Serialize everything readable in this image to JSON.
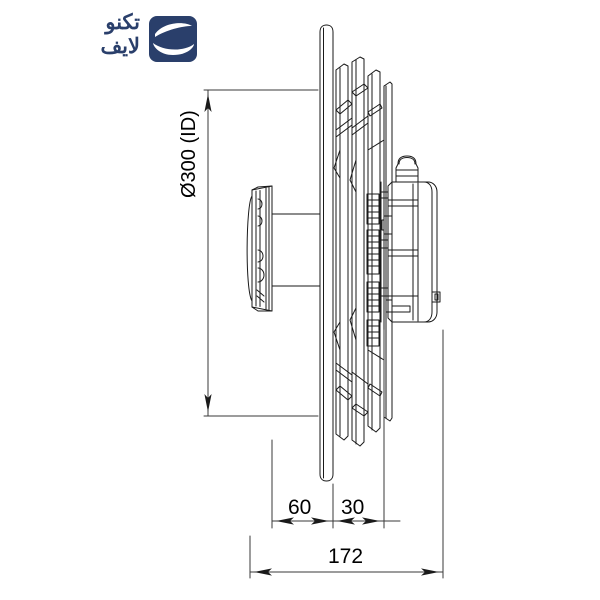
{
  "document": {
    "type": "technical-drawing",
    "title": "Axial Fan Side Elevation Dimensioned Drawing",
    "background_color": "#ffffff",
    "line_color": "#1a1a1a"
  },
  "logo": {
    "name": "techno-life-logo",
    "brand_line1": "تکنو",
    "brand_line2": "لایف",
    "color": "#2a3f6b",
    "mark_icon": "rounded-square-swoosh-icon"
  },
  "dimensions": {
    "vertical": {
      "label": "Ø300 (ID)",
      "value": "300",
      "unit": "mm",
      "note": "ID",
      "orientation": "vertical"
    },
    "horizontal": [
      {
        "label": "60",
        "value": "60",
        "unit": "mm"
      },
      {
        "label": "30",
        "value": "30",
        "unit": "mm"
      },
      {
        "label": "172",
        "value": "172",
        "unit": "mm"
      }
    ]
  },
  "parts": {
    "wall_panel": "mounting-wall-panel",
    "flange": "inlet-flange-ring",
    "blade_assembly": "fan-blade-guard-assembly",
    "motor": "motor-housing",
    "cable_gland": "cable-gland"
  }
}
